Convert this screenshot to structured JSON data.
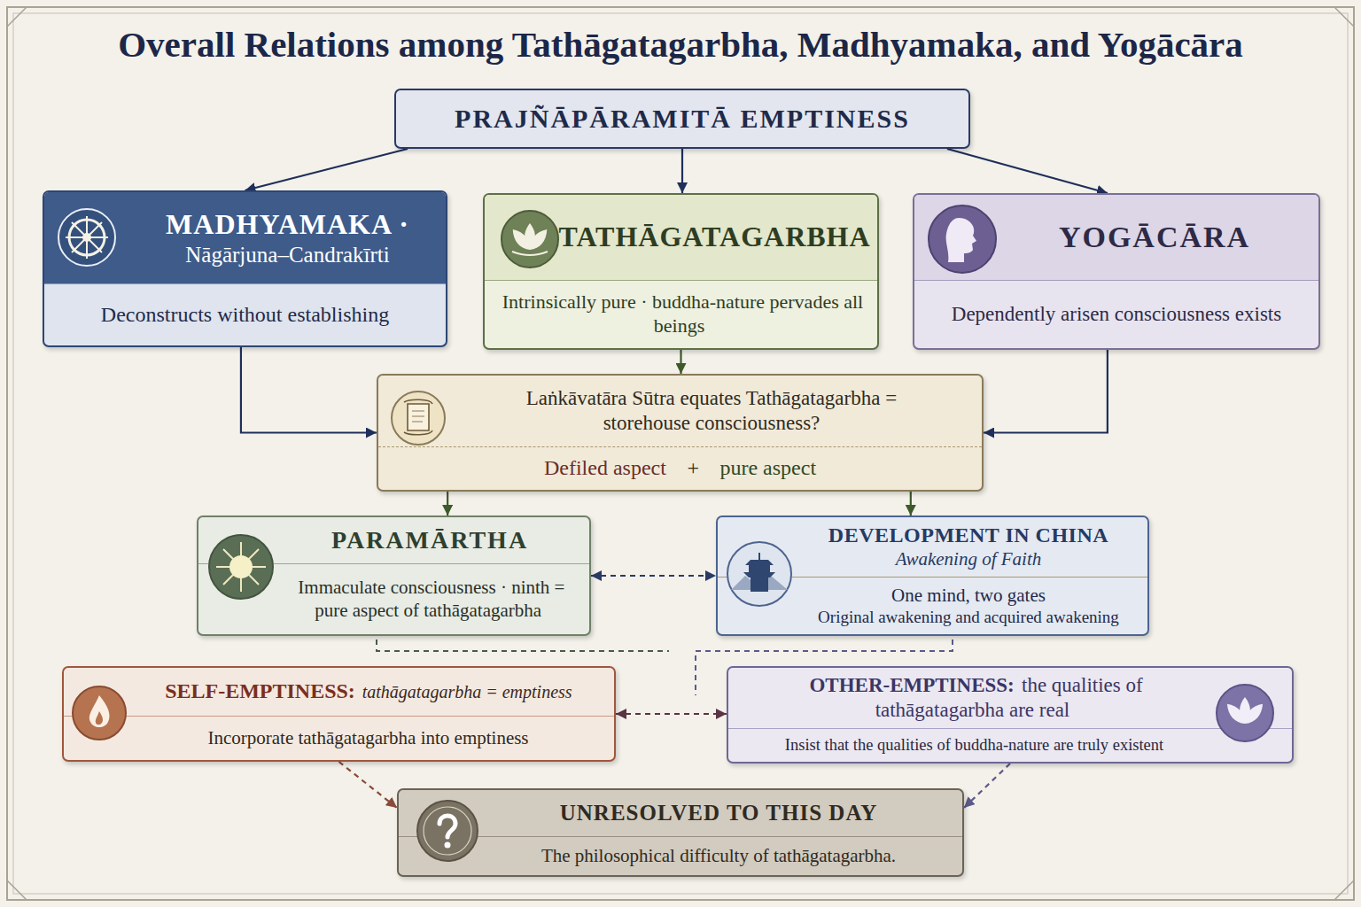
{
  "diagram": {
    "title": "Overall Relations among Tathāgatagarbha, Madhyamaka, and Yogācāra",
    "nodes": [
      {
        "text": [
          "PRAJÑĀPĀRAMITĀ EMPTINESS"
        ]
      },
      {
        "text": [
          "MADHYAMAKA ·",
          "Nāgārjuna–Candrakīrti",
          "Deconstructs without establishing"
        ]
      },
      {
        "text": [
          "TATHĀGATAGARBHA",
          "Intrinsically pure · buddha-nature pervades all beings"
        ]
      },
      {
        "text": [
          "YOGĀCĀRA",
          "Dependently arisen consciousness exists"
        ]
      },
      {
        "text": [
          "Laṅkāvatāra Sūtra equates Tathāgatagarbha = storehouse consciousness?",
          "Defiled aspect",
          "+",
          "pure aspect"
        ]
      },
      {
        "text": [
          "PARAMĀRTHA",
          "Immaculate consciousness · ninth = pure aspect of tathāgatagarbha"
        ]
      },
      {
        "text": [
          "DEVELOPMENT IN CHINA",
          "Awakening of Faith",
          "One mind, two gates",
          "Original awakening and acquired awakening"
        ]
      },
      {
        "text": [
          "SELF-EMPTINESS:",
          "tathāgatagarbha = emptiness",
          "Incorporate tathāgatagarbha into emptiness"
        ]
      },
      {
        "text": [
          "OTHER-EMPTINESS:",
          "the qualities of tathāgatagarbha are real",
          "Insist that the qualities of buddha-nature are truly existent"
        ]
      },
      {
        "text": [
          "UNRESOLVED TO THIS DAY",
          "The philosophical difficulty of tathāgatagarbha."
        ]
      }
    ],
    "edges": [
      {
        "from": 0,
        "to": 1,
        "arrow": "to"
      },
      {
        "from": 0,
        "to": 2,
        "arrow": "to"
      },
      {
        "from": 0,
        "to": 3,
        "arrow": "to"
      },
      {
        "from": 1,
        "to": 4,
        "arrow": "to"
      },
      {
        "from": 2,
        "to": 4,
        "arrow": "to"
      },
      {
        "from": 3,
        "to": 4,
        "arrow": "to"
      },
      {
        "from": 4,
        "to": 5,
        "arrow": "to"
      },
      {
        "from": 4,
        "to": 6,
        "arrow": "to"
      },
      {
        "from": 5,
        "to": 6,
        "arrow": "both"
      },
      {
        "from": 7,
        "to": 8,
        "arrow": "both"
      },
      {
        "from": 7,
        "to": 9,
        "arrow": "to"
      },
      {
        "from": 8,
        "to": 9,
        "arrow": "to"
      }
    ]
  }
}
